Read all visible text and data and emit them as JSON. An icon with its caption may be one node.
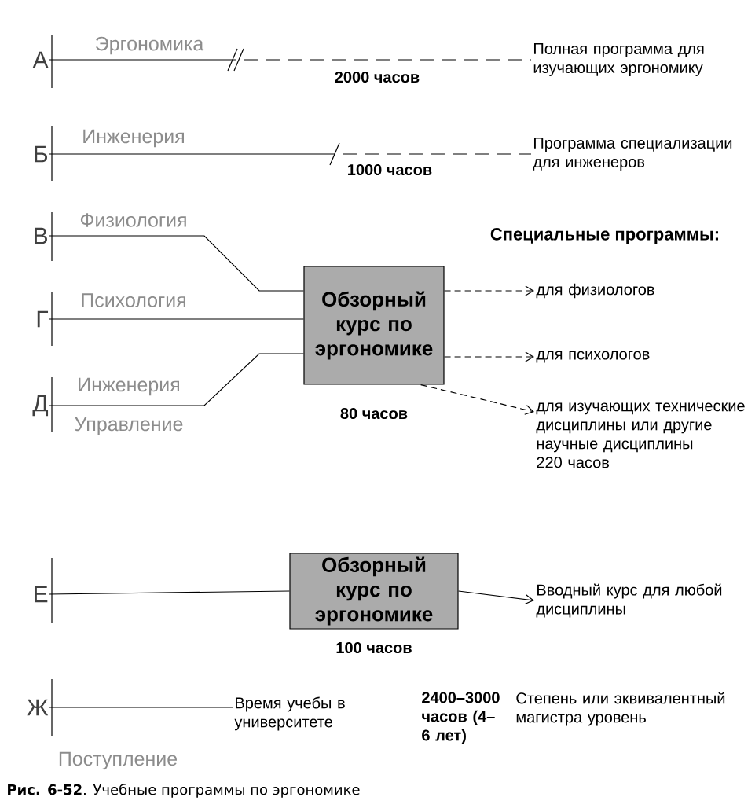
{
  "diagram": {
    "caption": "**Рис. 6-52**. Учебные программы по эргономике",
    "nodes": [
      {
        "text": [
          "А"
        ]
      },
      {
        "text": [
          "Полная программа для изучающих эргономику"
        ]
      },
      {
        "text": [
          "Б"
        ]
      },
      {
        "text": [
          "Программа специализации для инженеров"
        ]
      },
      {
        "text": [
          "В"
        ]
      },
      {
        "text": [
          "Г"
        ]
      },
      {
        "text": [
          "Д"
        ]
      },
      {
        "text": [
          "Обзорный курс по эргономике"
        ],
        "beside": [
          "80 часов"
        ]
      },
      {
        "text": [
          "для физиологов"
        ]
      },
      {
        "text": [
          "для психологов"
        ]
      },
      {
        "text": [
          "для изучающих технические дисциплины или другие научные дисциплины",
          "220 часов"
        ]
      },
      {
        "text": [
          "Е"
        ]
      },
      {
        "text": [
          "Обзорный курс по эргономике"
        ],
        "beside": [
          "100 часов"
        ]
      },
      {
        "text": [
          "Вводный курс для любой дисциплины"
        ]
      },
      {
        "text": [
          "Ж"
        ]
      },
      {
        "text": [
          "Время учебы в университете"
        ]
      }
    ],
    "edges": [
      {
        "from": 0,
        "to": 1,
        "arrow": "none",
        "label": "Эргономика",
        "style": "dashed"
      },
      {
        "from": 2,
        "to": 3,
        "arrow": "none",
        "label": "Инженерия",
        "style": "dashed"
      },
      {
        "from": 4,
        "to": 7,
        "arrow": "none",
        "label": "Физиология"
      },
      {
        "from": 5,
        "to": 7,
        "arrow": "none",
        "label": "Психология"
      },
      {
        "from": 6,
        "to": 7,
        "arrow": "none",
        "label": "Инженерия"
      },
      {
        "from": 7,
        "to": 8,
        "arrow": "to",
        "style": "dashed"
      },
      {
        "from": 7,
        "to": 9,
        "arrow": "to",
        "style": "dashed"
      },
      {
        "from": 7,
        "to": 10,
        "arrow": "to",
        "style": "dashed"
      },
      {
        "from": 11,
        "to": 12,
        "arrow": "none"
      },
      {
        "from": 12,
        "to": 13,
        "arrow": "to"
      },
      {
        "from": 14,
        "to": 15,
        "arrow": "none"
      }
    ],
    "labels": [
      "2000 часов",
      "1000 часов",
      "Специальные программы:",
      "Управление",
      "2400–3000 часов (4–6 лет)",
      "Степень или эквивалентный магистра уровень",
      "Поступление"
    ]
  }
}
